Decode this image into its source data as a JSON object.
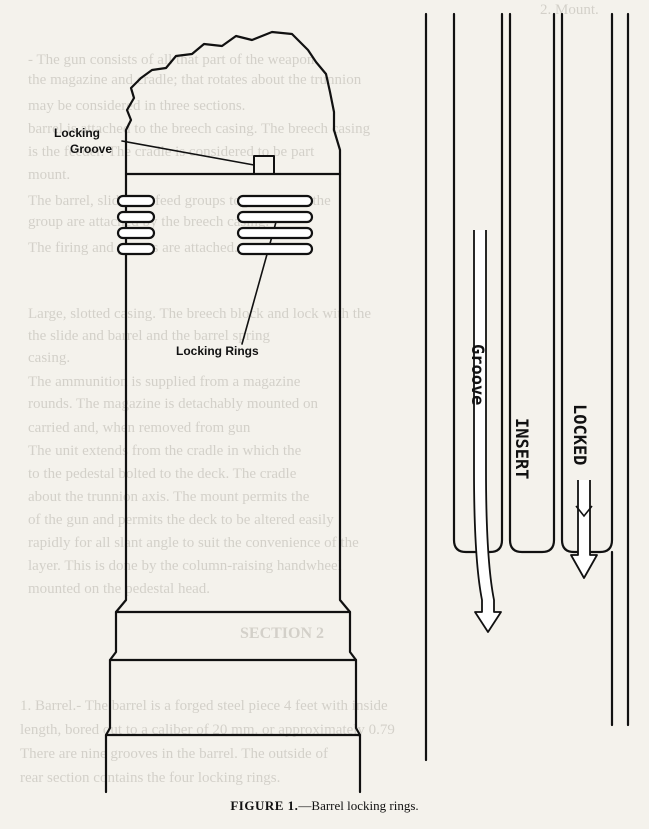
{
  "bleed_through": {
    "lines": [
      "2. Mount.",
      "- The gun consists of all that part of the weapon",
      "the magazine and cradle; that rotates about the trunnion",
      "may be considered in three sections.",
      "barrel is attached to the breech casing. The breech casing",
      "is the feeder. The cradle is considered to be part",
      "mount.",
      "The barrel, slide and feed groups together with the",
      "group are attached by the breech casing.",
      "The firing and groups are attached.",
      "Large, slotted casing. The breech block and lock with the",
      "the slide and barrel and the barrel spring",
      "casing.",
      "The ammunition is supplied from a magazine",
      "rounds. The magazine is detachably mounted on",
      "carried and, when removed from gun",
      "The unit extends from the cradle in which the",
      "to the pedestal bolted to the deck. The cradle",
      "about the trunnion axis. The mount permits the",
      "of the gun and permits the deck to be altered easily",
      "rapidly for all slant angle to suit the convenience of the",
      "layer. This is done by the column-raising handwheel",
      "mounted on the pedestal head.",
      "SECTION 2",
      "1. Barrel.- The barrel is a forged steel piece 4 feet with inside",
      "length, bored out to a caliber of 20 mm. or approximately 0.79",
      "There are nine grooves in the barrel. The outside of",
      "rear section contains the four locking rings."
    ]
  },
  "labels": {
    "locking_groove_line1": "Locking",
    "locking_groove_line2": "Groove",
    "locking_rings": "Locking Rings",
    "groove": "Groove",
    "insert": "INSERT",
    "locked": "LOCKED"
  },
  "caption": {
    "figure_number": "FIGURE 1.",
    "dash": "—",
    "title": "Barrel locking rings."
  }
}
